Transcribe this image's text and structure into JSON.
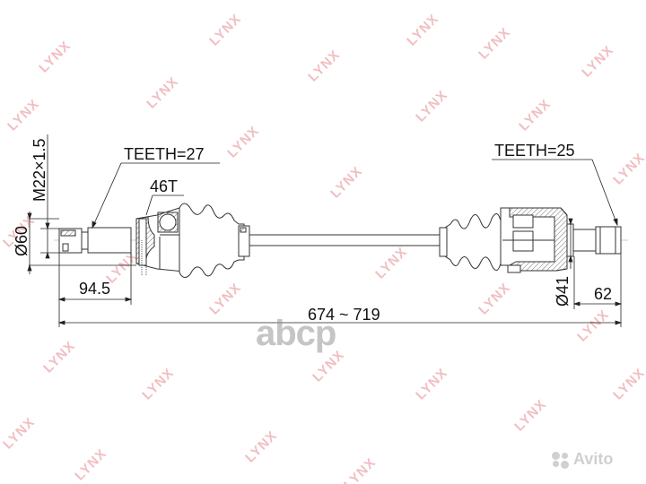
{
  "diagram": {
    "type": "cv-drive-shaft-technical-drawing",
    "labels": {
      "outer_teeth": "TEETH=27",
      "inner_teeth": "TEETH=25",
      "abs_ring": "46T",
      "thread": "M22×1.5",
      "outer_diameter": "Ø60",
      "outer_length": "94.5",
      "total_length": "674 ~ 719",
      "inner_diameter": "Ø41",
      "inner_length": "62"
    },
    "watermark": {
      "text": "LYNX",
      "color": "#e06e78"
    },
    "overlays": {
      "brand_mark": "abcp",
      "marketplace": "Avito"
    }
  }
}
